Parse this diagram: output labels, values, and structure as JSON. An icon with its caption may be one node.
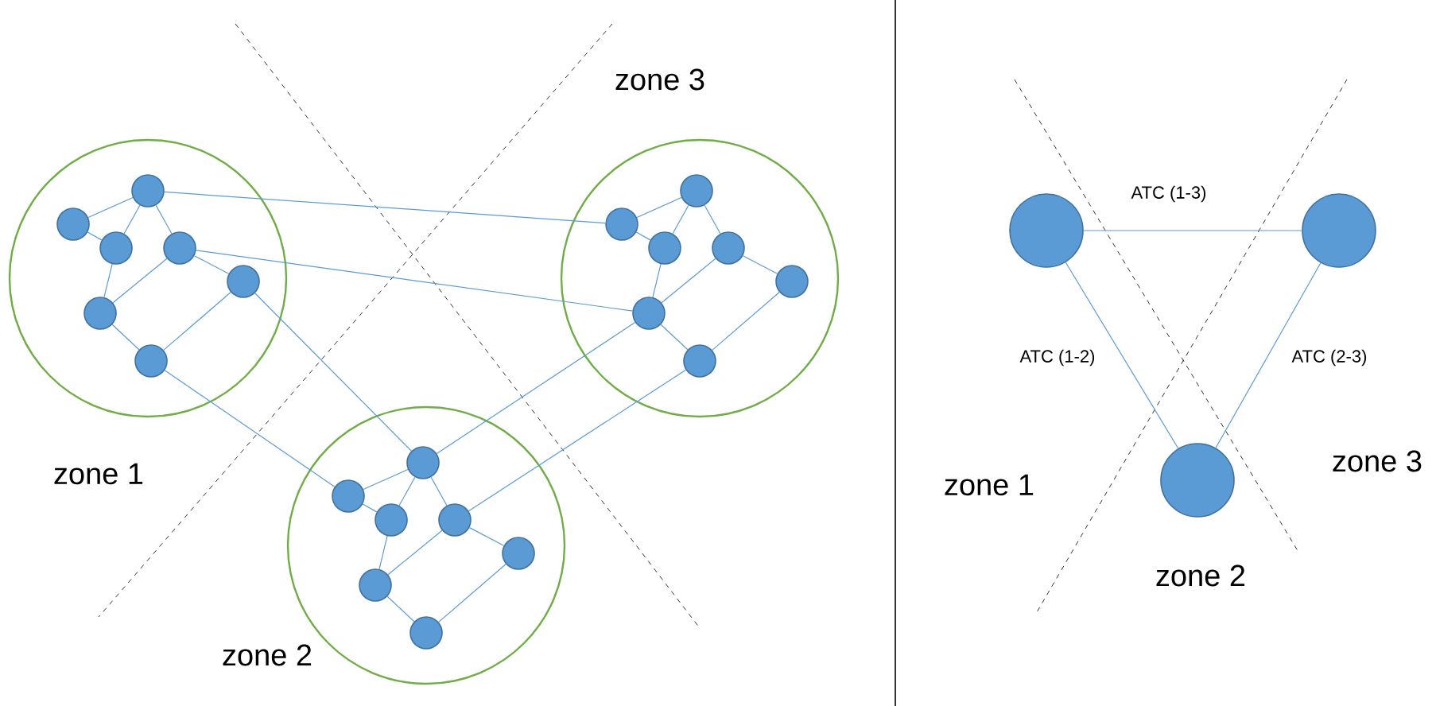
{
  "diagram": {
    "nodes": [
      {
        "text": [],
        "shape": "circle"
      },
      {
        "text": [],
        "shape": "circle",
        "in": 0
      },
      {
        "text": [],
        "shape": "circle",
        "in": 0
      },
      {
        "text": [],
        "shape": "circle",
        "in": 0
      },
      {
        "text": [],
        "shape": "circle",
        "in": 0
      },
      {
        "text": [],
        "shape": "circle",
        "in": 0
      },
      {
        "text": [],
        "shape": "circle",
        "in": 0
      },
      {
        "text": [],
        "shape": "circle",
        "in": 0
      },
      {
        "text": [],
        "shape": "circle"
      },
      {
        "text": [],
        "shape": "circle",
        "in": 8
      },
      {
        "text": [],
        "shape": "circle",
        "in": 8
      },
      {
        "text": [],
        "shape": "circle",
        "in": 8
      },
      {
        "text": [],
        "shape": "circle",
        "in": 8
      },
      {
        "text": [],
        "shape": "circle",
        "in": 8
      },
      {
        "text": [],
        "shape": "circle",
        "in": 8
      },
      {
        "text": [],
        "shape": "circle",
        "in": 8
      },
      {
        "text": [],
        "shape": "circle"
      },
      {
        "text": [],
        "shape": "circle",
        "in": 16
      },
      {
        "text": [],
        "shape": "circle",
        "in": 16
      },
      {
        "text": [],
        "shape": "circle",
        "in": 16
      },
      {
        "text": [],
        "shape": "circle",
        "in": 16
      },
      {
        "text": [],
        "shape": "circle",
        "in": 16
      },
      {
        "text": [],
        "shape": "circle",
        "in": 16
      },
      {
        "text": [],
        "shape": "circle",
        "in": 16
      },
      {
        "text": [],
        "shape": "circle"
      },
      {
        "text": [],
        "shape": "circle"
      },
      {
        "text": [],
        "shape": "circle"
      }
    ],
    "edges": [
      {
        "from": 1,
        "to": 2,
        "arrow": "none"
      },
      {
        "from": 2,
        "to": 3,
        "arrow": "none"
      },
      {
        "from": 1,
        "to": 3,
        "arrow": "none"
      },
      {
        "from": 1,
        "to": 4,
        "arrow": "none"
      },
      {
        "from": 3,
        "to": 6,
        "arrow": "none"
      },
      {
        "from": 4,
        "to": 6,
        "arrow": "none"
      },
      {
        "from": 4,
        "to": 5,
        "arrow": "none"
      },
      {
        "from": 6,
        "to": 7,
        "arrow": "none"
      },
      {
        "from": 7,
        "to": 5,
        "arrow": "none"
      },
      {
        "from": 9,
        "to": 10,
        "arrow": "none"
      },
      {
        "from": 10,
        "to": 11,
        "arrow": "none"
      },
      {
        "from": 9,
        "to": 11,
        "arrow": "none"
      },
      {
        "from": 9,
        "to": 12,
        "arrow": "none"
      },
      {
        "from": 11,
        "to": 14,
        "arrow": "none"
      },
      {
        "from": 12,
        "to": 14,
        "arrow": "none"
      },
      {
        "from": 12,
        "to": 13,
        "arrow": "none"
      },
      {
        "from": 14,
        "to": 15,
        "arrow": "none"
      },
      {
        "from": 15,
        "to": 13,
        "arrow": "none"
      },
      {
        "from": 17,
        "to": 18,
        "arrow": "none"
      },
      {
        "from": 18,
        "to": 19,
        "arrow": "none"
      },
      {
        "from": 17,
        "to": 19,
        "arrow": "none"
      },
      {
        "from": 17,
        "to": 20,
        "arrow": "none"
      },
      {
        "from": 19,
        "to": 22,
        "arrow": "none"
      },
      {
        "from": 20,
        "to": 22,
        "arrow": "none"
      },
      {
        "from": 20,
        "to": 21,
        "arrow": "none"
      },
      {
        "from": 22,
        "to": 23,
        "arrow": "none"
      },
      {
        "from": 23,
        "to": 21,
        "arrow": "none"
      },
      {
        "from": 1,
        "to": 10,
        "arrow": "none"
      },
      {
        "from": 4,
        "to": 14,
        "arrow": "none"
      },
      {
        "from": 5,
        "to": 17,
        "arrow": "none"
      },
      {
        "from": 7,
        "to": 18,
        "arrow": "none"
      },
      {
        "from": 14,
        "to": 17,
        "arrow": "none"
      },
      {
        "from": 15,
        "to": 20,
        "arrow": "none"
      },
      {
        "from": 24,
        "to": 25,
        "arrow": "none",
        "label": "ATC (1-3)"
      },
      {
        "from": 24,
        "to": 26,
        "arrow": "none",
        "label": "ATC (1-2)"
      },
      {
        "from": 25,
        "to": 26,
        "arrow": "none",
        "label": "ATC (2-3)"
      }
    ],
    "labels": [
      "zone 3",
      "zone 1",
      "zone 2",
      "zone 1",
      "zone 3",
      "zone 2"
    ]
  }
}
